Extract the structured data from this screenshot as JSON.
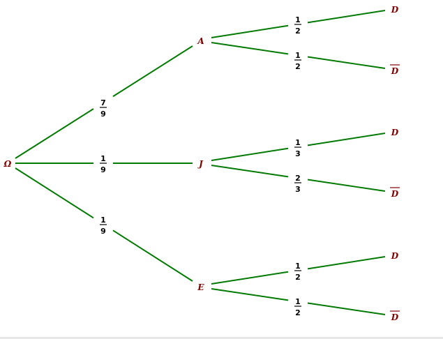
{
  "colors": {
    "edge": "#007a00",
    "node": "#800000"
  },
  "root": "Ω",
  "level1": [
    {
      "node": "A",
      "num": "7",
      "den": "9"
    },
    {
      "node": "J",
      "num": "1",
      "den": "9"
    },
    {
      "node": "E",
      "num": "1",
      "den": "9"
    }
  ],
  "level2": [
    {
      "node": "D",
      "num": "1",
      "den": "2",
      "overline": false
    },
    {
      "node": "D",
      "num": "1",
      "den": "2",
      "overline": true
    },
    {
      "node": "D",
      "num": "1",
      "den": "3",
      "overline": false
    },
    {
      "node": "D",
      "num": "2",
      "den": "3",
      "overline": true
    },
    {
      "node": "D",
      "num": "1",
      "den": "2",
      "overline": false
    },
    {
      "node": "D",
      "num": "1",
      "den": "2",
      "overline": true
    }
  ]
}
